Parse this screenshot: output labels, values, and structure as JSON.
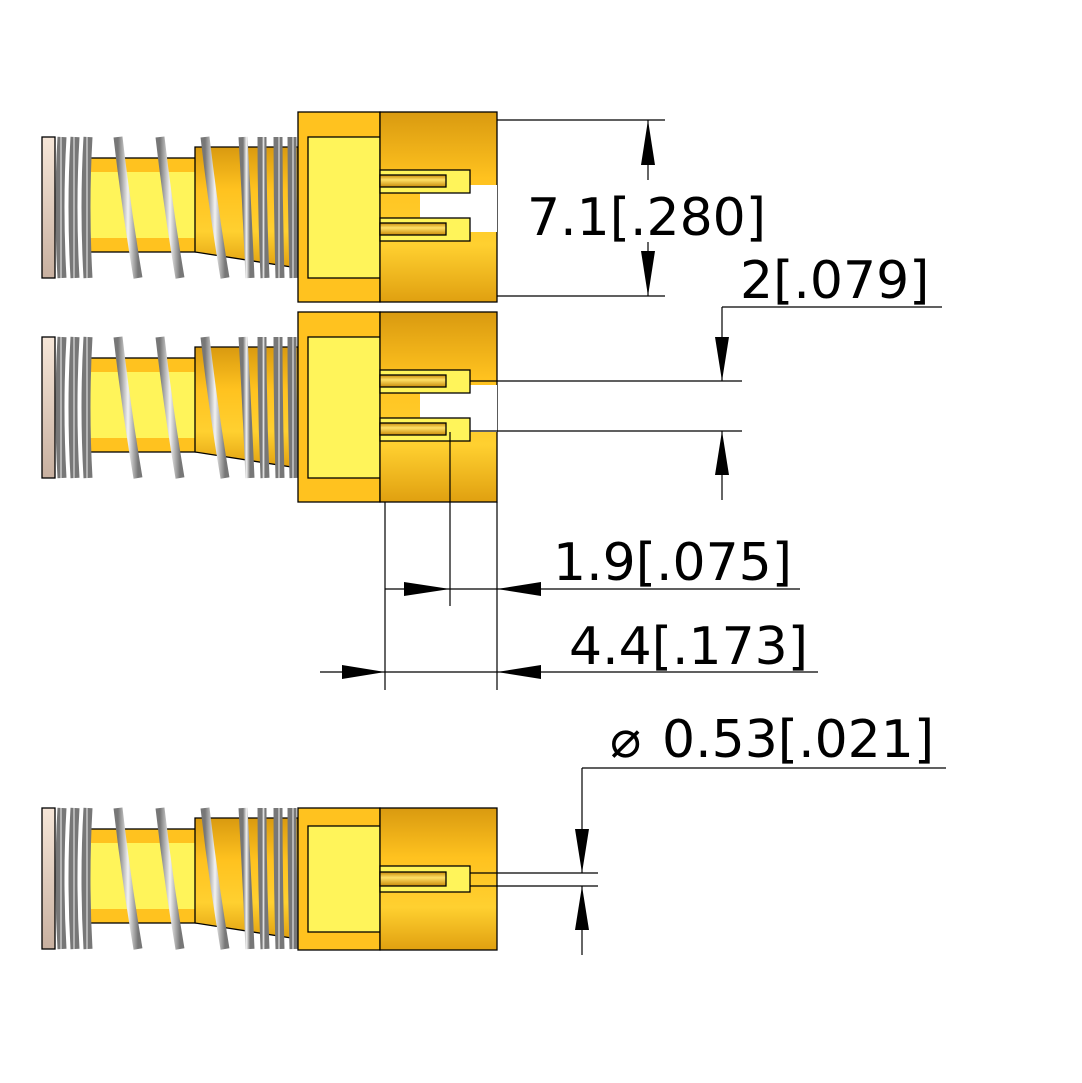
{
  "drawing": {
    "views": [
      "connector-side-view-top",
      "connector-side-view-middle",
      "connector-side-view-bottom"
    ],
    "colors": {
      "gold": "#ffc21f",
      "gold_light": "#fff45a",
      "gold_dark": "#d99a10",
      "spring": "#b8b8b8",
      "cap": "#f3dcc8"
    }
  },
  "dimensions": {
    "height": "7.1[.280]",
    "pin_pitch": "2[.079]",
    "pin_offset": "1.9[.075]",
    "body_depth": "4.4[.173]",
    "pin_diameter_symbol": "⌀",
    "pin_diameter": "0.53[.021]"
  }
}
